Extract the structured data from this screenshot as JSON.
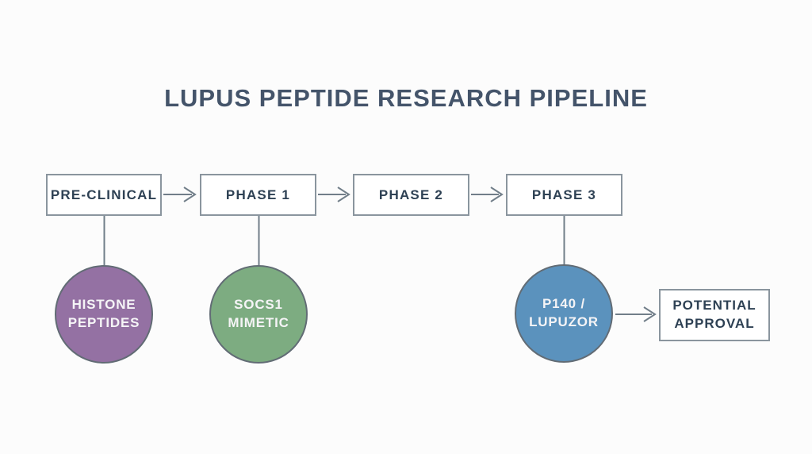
{
  "title": "LUPUS PEPTIDE RESEARCH PIPELINE",
  "stages": [
    {
      "id": "pre-clinical",
      "label": "PRE-CLINICAL"
    },
    {
      "id": "phase-1",
      "label": "PHASE 1"
    },
    {
      "id": "phase-2",
      "label": "PHASE 2"
    },
    {
      "id": "phase-3",
      "label": "PHASE 3"
    }
  ],
  "outcome": {
    "line1": "POTENTIAL",
    "line2": "APPROVAL"
  },
  "candidates": [
    {
      "id": "histone-peptides",
      "line1": "HISTONE",
      "line2": "PEPTIDES",
      "stage": "PRE-CLINICAL",
      "color": "#9471a3"
    },
    {
      "id": "socs1-mimetic",
      "line1": "SOCS1",
      "line2": "MIMETIC",
      "stage": "PHASE 1",
      "color": "#7dac81"
    },
    {
      "id": "p140-lupuzor",
      "line1": "P140 /",
      "line2": "LUPUZOR",
      "stage": "PHASE 3",
      "color": "#5b92bd"
    }
  ],
  "colors": {
    "background": "#fcfcfc",
    "title_text": "#44546a",
    "box_border": "#8a959e",
    "box_text": "#2e4154",
    "connector": "#717e89",
    "circle_outline": "#626c75",
    "candidate_histone_fill": "#9471a3",
    "candidate_socs1_fill": "#7dac81",
    "candidate_p140_fill": "#5b92bd",
    "circle_text": "#f5f4f6"
  }
}
